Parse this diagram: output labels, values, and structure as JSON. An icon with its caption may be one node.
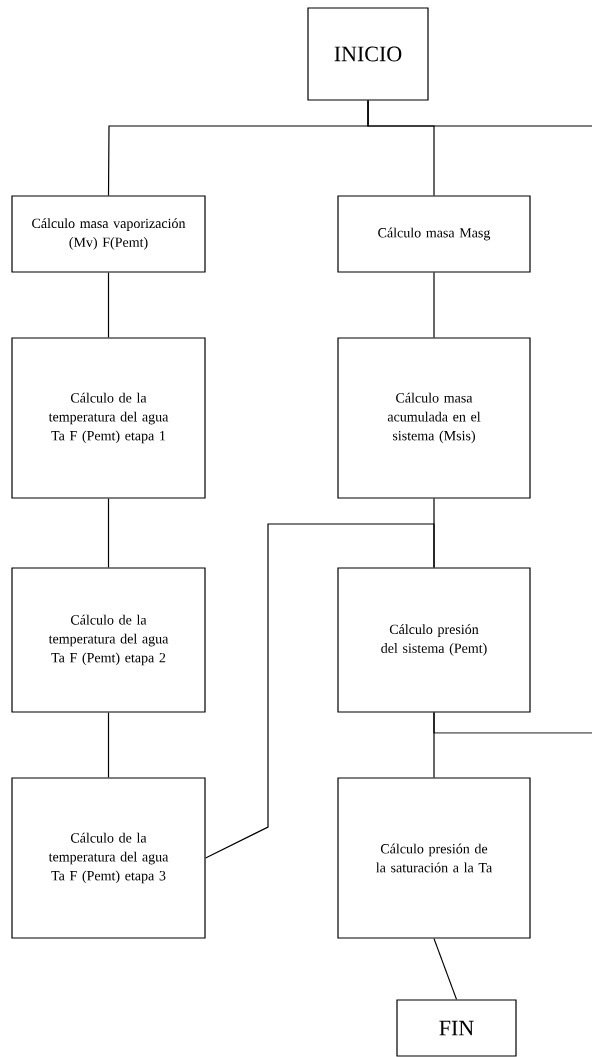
{
  "diagram": {
    "nodes": [
      {
        "text": [
          "INICIO"
        ]
      },
      {
        "text": [
          "Cálculo masa vaporización (Mv) F(Pemt)"
        ]
      },
      {
        "text": [
          "Cálculo masa Masg"
        ]
      },
      {
        "text": [
          "Cálculo de la temperatura del agua Ta F (Pemt) etapa 1"
        ]
      },
      {
        "text": [
          "Cálculo masa acumulada en el sistema (Msis)"
        ]
      },
      {
        "text": [
          "Cálculo de la temperatura del agua Ta F (Pemt) etapa 2"
        ]
      },
      {
        "text": [
          "Cálculo presión del sistema (Pemt)"
        ]
      },
      {
        "text": [
          "Cálculo de la temperatura del agua Ta F (Pemt) etapa 3"
        ]
      },
      {
        "text": [
          "Cálculo presión de la saturación a la Ta"
        ]
      },
      {
        "text": [
          "FIN"
        ]
      }
    ],
    "edges": [
      {
        "from": 0,
        "to": 1,
        "arrow": "none"
      },
      {
        "from": 0,
        "to": 2,
        "arrow": "none"
      },
      {
        "from": 0,
        "to": null,
        "arrow": "none"
      },
      {
        "from": 1,
        "to": 3,
        "arrow": "none"
      },
      {
        "from": 3,
        "to": 5,
        "arrow": "none"
      },
      {
        "from": 5,
        "to": 7,
        "arrow": "none"
      },
      {
        "from": 2,
        "to": 4,
        "arrow": "none"
      },
      {
        "from": 4,
        "to": 6,
        "arrow": "none"
      },
      {
        "from": 7,
        "to": 6,
        "arrow": "none"
      },
      {
        "from": 6,
        "to": 8,
        "arrow": "none"
      },
      {
        "from": 6,
        "to": null,
        "arrow": "none"
      },
      {
        "from": 8,
        "to": 9,
        "arrow": "none"
      }
    ]
  }
}
